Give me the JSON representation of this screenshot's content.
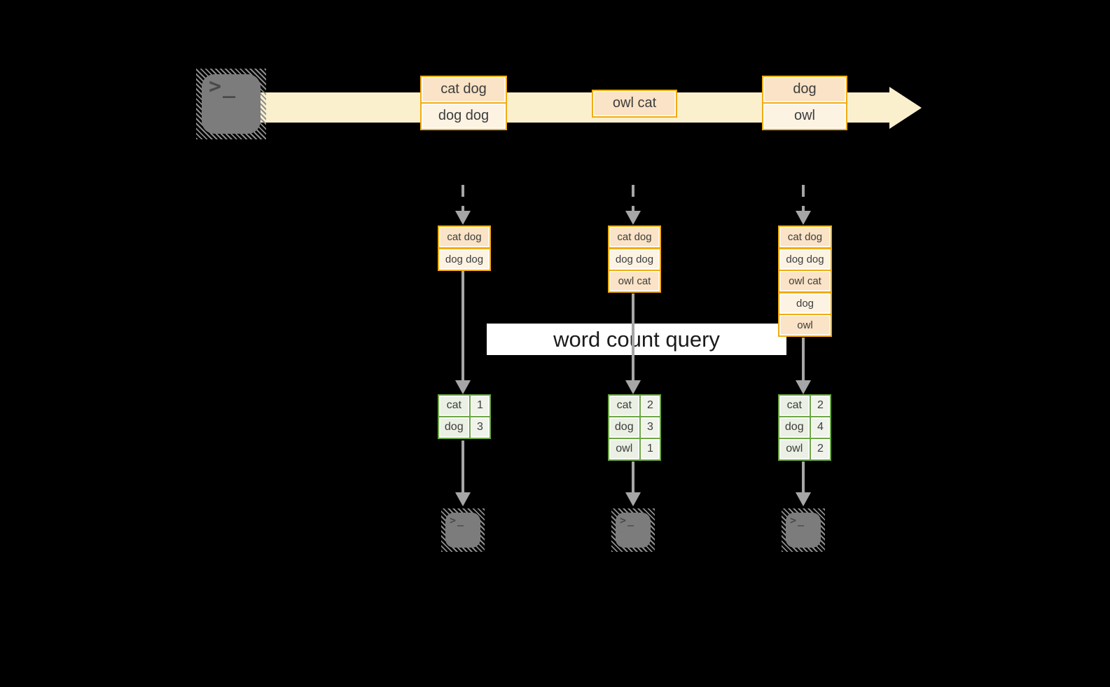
{
  "query": {
    "label": "word count query"
  },
  "terminal": {
    "glyph": ">_"
  },
  "stream": {
    "batches": [
      {
        "rows": [
          "cat dog",
          "dog dog"
        ]
      },
      {
        "rows": [
          "owl cat"
        ]
      },
      {
        "rows": [
          "dog",
          "owl"
        ]
      }
    ]
  },
  "micro_batches": [
    {
      "rows": [
        "cat dog",
        "dog dog"
      ]
    },
    {
      "rows": [
        "cat dog",
        "dog dog",
        "owl cat"
      ]
    },
    {
      "rows": [
        "cat dog",
        "dog dog",
        "owl cat",
        "dog",
        "owl"
      ]
    }
  ],
  "results": [
    {
      "rows": [
        {
          "word": "cat",
          "count": "1"
        },
        {
          "word": "dog",
          "count": "3"
        }
      ]
    },
    {
      "rows": [
        {
          "word": "cat",
          "count": "2"
        },
        {
          "word": "dog",
          "count": "3"
        },
        {
          "word": "owl",
          "count": "1"
        }
      ]
    },
    {
      "rows": [
        {
          "word": "cat",
          "count": "2"
        },
        {
          "word": "dog",
          "count": "4"
        },
        {
          "word": "owl",
          "count": "2"
        }
      ]
    }
  ],
  "colors": {
    "background": "#000000",
    "amber_border": "#F2AC12",
    "peach_fill": "#FAE3C6",
    "cream_fill": "#FDF3E3",
    "band_fill": "#FBF0CE",
    "green_border": "#6CA645",
    "green_fill": "#EAF0E3",
    "gray_connector": "#A6A6A6",
    "terminal_gray": "#7C7C7C",
    "query_text": "#1B1B1B",
    "label_text": "#3D3D3D"
  }
}
